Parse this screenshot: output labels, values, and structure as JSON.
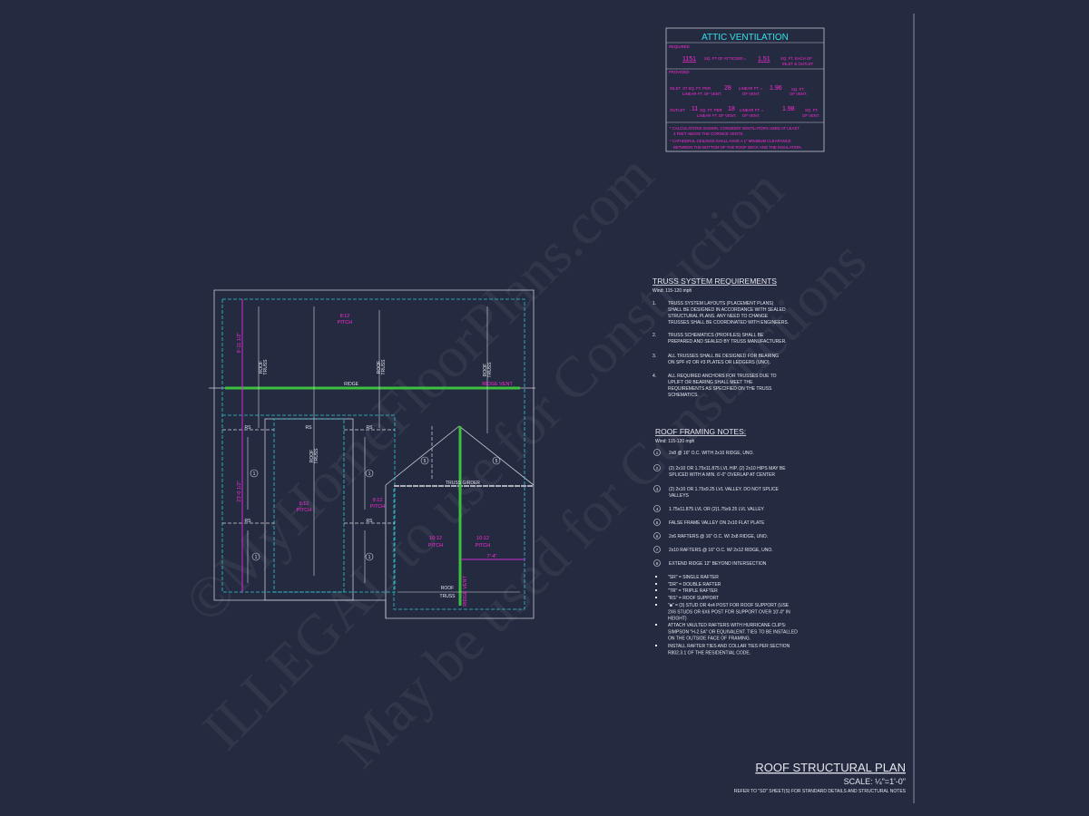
{
  "colors": {
    "background": "#242a40",
    "linework": "#e6e6ee",
    "accent_magenta": "#ff2bd6",
    "accent_cyan": "#35e0e8",
    "ridge_green": "#3fbf3f"
  },
  "watermark": [
    "©MyHomeFloorPlans.com",
    "ILLEGAL to use for Construction",
    "May be used for Constructions"
  ],
  "attic": {
    "title": "ATTIC VENTILATION",
    "required_label": "REQUIRED",
    "req_area": "1151",
    "req_text": "SQ. FT OF ATTIC/300 =",
    "req_each": "1.51",
    "req_unit1": "SQ. FT. EACH OF",
    "req_unit2": "INLET & OUTLET",
    "provided_label": "PROVIDED",
    "inlet_a": "INLET .07 SQ. FT. PER",
    "inlet_b": "LINEAR FT. OF VENT.",
    "inlet_len": "28",
    "inlet_c": "LINEAR FT. =",
    "inlet_d": "OF VENT.",
    "inlet_area": "1.96",
    "inlet_e": "SQ. FT.",
    "inlet_f": "OF VENT.",
    "outlet_a": "OUTLET",
    "outlet_rate": ".11",
    "outlet_b": "SQ. FT. PER",
    "outlet_c": "LINEAR FT. OF VENT.",
    "outlet_len": "18",
    "outlet_d": "LINEAR FT. =",
    "outlet_e": "OF VENT.",
    "outlet_area": "1.98",
    "outlet_f": "SQ. FT.",
    "outlet_g": "OF VENT.",
    "notes": [
      "* CALCULATIONS SHOWN, CONSIDER VENTILATORS USED AT LEAST",
      "3 FEET ABOVE THE CORNICE VENTS",
      "* CATHEDRAL CEILINGS SHALL HAVE A 1\" MINIMUM CLEARANCE",
      "BETWEEN THE BOTTOM OF THE ROOF DECK AND THE INSULATION."
    ]
  },
  "truss": {
    "title": "TRUSS SYSTEM REQUIREMENTS",
    "wind": "Wind: 115-120 mph",
    "items": [
      {
        "num": "1.",
        "lines": [
          "TRUSS SYSTEM LAYOUTS (PLACEMENT PLANS)",
          "SHALL BE DESIGNED IN ACCORDANCE WITH SEALED",
          "STRUCTURAL PLANS. ANY NEED TO  CHANGE",
          "TRUSSES SHALL BE COORDINATED  WITH  ENGINEERS."
        ]
      },
      {
        "num": "2.",
        "lines": [
          "TRUSS SCHEMATICS (PROFILES) SHALL BE",
          "PREPARED AND SEALED BY TRUSS  MANUFACTURER."
        ]
      },
      {
        "num": "3.",
        "lines": [
          "ALL TRUSSES SHALL BE DESIGNED FOR  BEARING",
          "ON SPF #2 OR #3 PLATES OR LEDGERS  (UNO)."
        ]
      },
      {
        "num": "4.",
        "lines": [
          "ALL REQUIRED ANCHORS FOR TRUSSES DUE  TO",
          "UPLIFT OR BEARING SHALL MEET THE",
          "REQUIREMENTS AS SPECIFIED ON THE TRUSS",
          "SCHEMATICS."
        ]
      }
    ]
  },
  "framing": {
    "title": "ROOF FRAMING NOTES:",
    "wind": "Wind: 115-120 mph",
    "items": [
      {
        "num": "1",
        "lines": [
          "2x8 @ 16\" O.C. WITH 2x10 RIDGE, UNO."
        ]
      },
      {
        "num": "2",
        "lines": [
          "(2) 2x10 OR 1.75x11.875 LVL HIP. (2) 2x10 HIPS MAY BE",
          "SPLICED WITH A MIN. 6'-0\" OVERLAP AT CENTER"
        ]
      },
      {
        "num": "3",
        "lines": [
          "(2) 2x10 OR 1.75x9.25 LVL VALLEY. DO NOT SPLICE",
          "VALLEYS"
        ]
      },
      {
        "num": "4",
        "lines": [
          "1.75x11.875 LVL OR (2)1.75x9.25 LVL VALLEY"
        ]
      },
      {
        "num": "5",
        "lines": [
          "FALSE FRAME VALLEY ON 2x10 FLAT PLATE"
        ]
      },
      {
        "num": "6",
        "lines": [
          "2x6 RAFTERS @ 16\" O.C. W/ 2x8 RIDGE, UNO."
        ]
      },
      {
        "num": "7",
        "lines": [
          "2x10 RAFTERS @ 16\" O.C. W/ 2x12 RIDGE, UNO."
        ]
      },
      {
        "num": "8",
        "lines": [
          "EXTEND RIDGE 12\" BEYOND INTERSECTION"
        ]
      }
    ],
    "bullets": [
      [
        "\"SR\"  = SINGLE RAFTER"
      ],
      [
        "\"DR\" = DOUBLE RAFTER"
      ],
      [
        "\"TR\" = TRIPLE RAFTER"
      ],
      [
        "\"RS\" = ROOF SUPPORT"
      ],
      [
        "\"■\" = (3) STUD OR 4x4 POST FOR ROOF SUPPORT (USE",
        "2X6 STUDS OR 6X6 POST FOR SUPPORT OVER 10'-0\" IN",
        "HEIGHT)"
      ],
      [
        "ATTACH VAULTED RAFTERS WITH HURRICANE CLIPS:",
        "SIMPSON \"H-2.5A\" OR EQUIVALENT. TIES TO BE INSTALLED",
        "ON THE OUTSIDE FACE OF FRAMING."
      ],
      [
        "INSTALL RAFTER TIES AND COLLAR TIES PER SECTION",
        "R802.3.1 OF THE  RESIDENTIAL CODE."
      ]
    ]
  },
  "plan": {
    "pitch_main": [
      "8:12",
      "PITCH"
    ],
    "pitch_center": [
      "8:12",
      "PITCH"
    ],
    "pitch_right": [
      "8:12",
      "PITCH"
    ],
    "pitch_gable_l": [
      "10:12",
      "PITCH"
    ],
    "pitch_gable_r": [
      "10:12",
      "PITCH"
    ],
    "roof_truss": [
      "ROOF",
      "TRUSS"
    ],
    "ridge": "RIDGE",
    "ridge_vent": "RIDGE VENT",
    "truss_girder": "TRUSS GIRDER",
    "rs": "RS",
    "dim_upper": "9'-11 1/2\"",
    "dim_lower": "23'-0 1/2\"",
    "dim_gable": "7'-4\"",
    "callout_1": "1",
    "callout_5": "5"
  },
  "titleblock": {
    "title": "ROOF STRUCTURAL PLAN",
    "scale": "SCALE: ¼\"=1'-0\"",
    "refer": "REFER TO \"SD\" SHEET(S) FOR STANDARD DETAILS AND STRUCTURAL NOTES"
  }
}
